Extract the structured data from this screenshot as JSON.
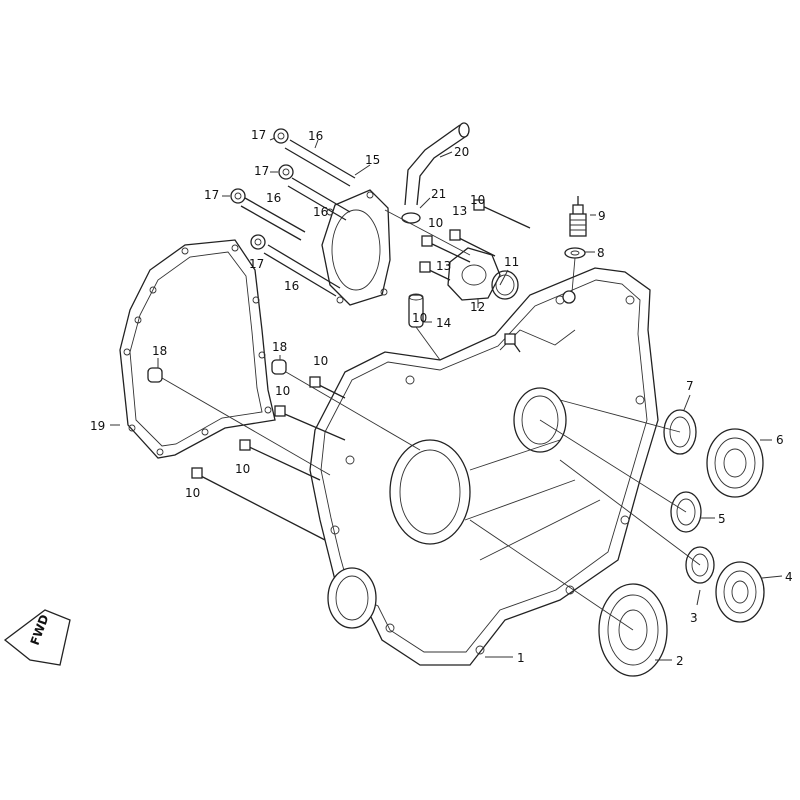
{
  "diagram": {
    "labels": {
      "l1": "1",
      "l2": "2",
      "l3": "3",
      "l4": "4",
      "l5": "5",
      "l6": "6",
      "l7": "7",
      "l8": "8",
      "l9": "9",
      "l10a": "10",
      "l10b": "10",
      "l10c": "10",
      "l10d": "10",
      "l10e": "10",
      "l10f": "10",
      "l10g": "10",
      "l11": "11",
      "l12": "12",
      "l13a": "13",
      "l13b": "13",
      "l14": "14",
      "l15": "15",
      "l16a": "16",
      "l16b": "16",
      "l16c": "16",
      "l16d": "16",
      "l17a": "17",
      "l17b": "17",
      "l17c": "17",
      "l17d": "17",
      "l18a": "18",
      "l18b": "18",
      "l19": "19",
      "l20": "20",
      "l21": "21"
    },
    "fwd_text": "FWD"
  }
}
